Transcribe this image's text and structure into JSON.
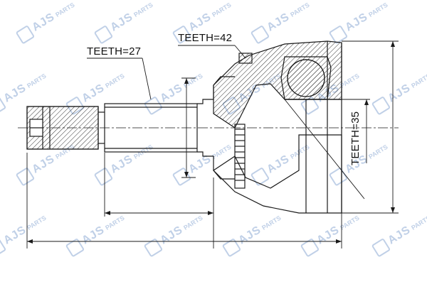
{
  "labels": {
    "teeth_shaft": "TEETH=27",
    "teeth_abs_ring": "TEETH=42",
    "teeth_cup": "TEETH=35"
  },
  "watermark": {
    "brand": "AJS",
    "suffix": "PARTS",
    "color": "#3f6fb6"
  },
  "colors": {
    "line": "#1a1a1a",
    "hatch": "#333333",
    "background": "#ffffff"
  }
}
